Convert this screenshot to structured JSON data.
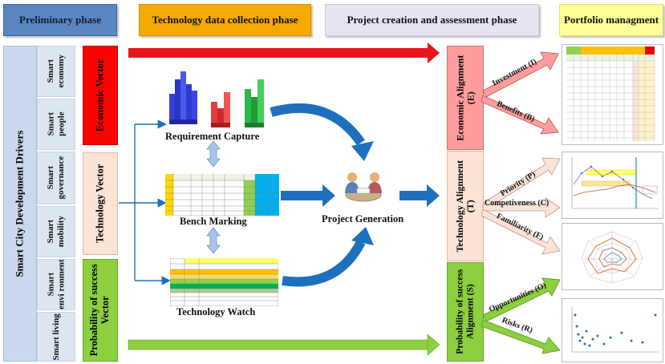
{
  "phases": {
    "preliminary": "Preliminary phase",
    "tech_data": "Technology data collection phase",
    "project_creation": "Project creation and assessment phase",
    "portfolio": "Portfolio managment"
  },
  "drivers": {
    "title": "Smart City Development Drivers",
    "items": [
      "Smart\neconomy",
      "Smart\npeople",
      "Smart\ngovernance",
      "Smart\nmobility",
      "Smart\nenvi ronment",
      "Smart living"
    ]
  },
  "vectors": {
    "economic": "Economic Vector",
    "technology": "Technology Vector",
    "probability": "Probability of success\nVector"
  },
  "tools": {
    "requirement": "Requirement Capture",
    "benchmark": "Bench Marking",
    "watch": "Technology Watch",
    "project": "Project Generation"
  },
  "alignments": {
    "economic": "Economic Alignment\n(E)",
    "technology": "Technology Alignment\n(T)",
    "probability": "Probability of success\nAlignment (S)"
  },
  "criteria": {
    "investment": "Investment (I)",
    "benefits": "Benefits (B)",
    "priority": "Priority (P)",
    "competiveness": "Competiveness (C)",
    "familiarity": "Familiarity (F)",
    "opportunities": "Opportunities (O)",
    "risks": "Risks (R)"
  },
  "colors": {
    "phase_blue": "#4f81bd",
    "phase_orange": "#f7a400",
    "phase_lavender": "#e6e0f0",
    "phase_yellow": "#ffff99",
    "economic_red": "#ff0000",
    "technology_peach": "#fbe3d6",
    "probability_green": "#8ccf3f",
    "flow_blue": "#1f6fbf"
  }
}
